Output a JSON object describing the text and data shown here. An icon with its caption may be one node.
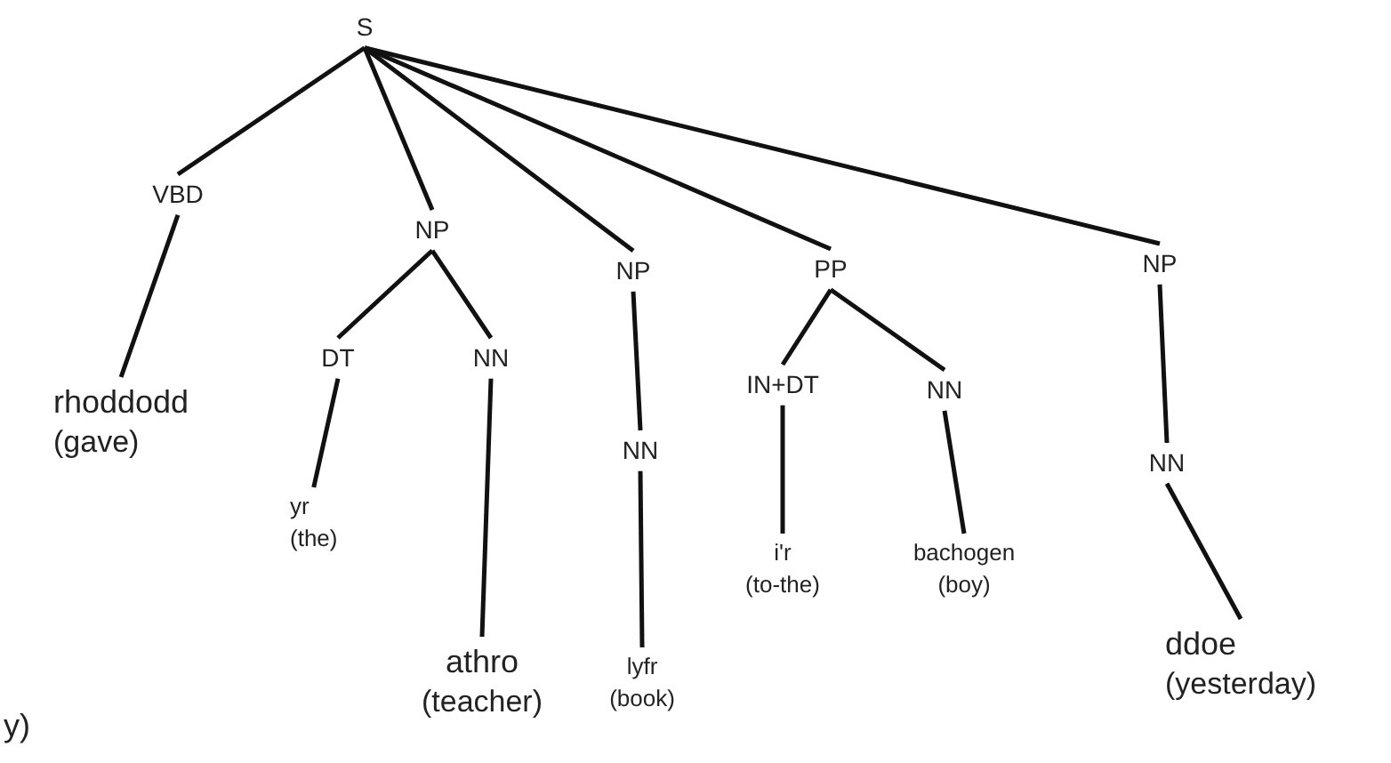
{
  "diagram": {
    "nodes": [
      {
        "text": [
          "S"
        ]
      },
      {
        "text": [
          "VBD"
        ]
      },
      {
        "text": [
          "NP"
        ]
      },
      {
        "text": [
          "NP"
        ]
      },
      {
        "text": [
          "PP"
        ]
      },
      {
        "text": [
          "NP"
        ]
      },
      {
        "text": [
          "rhoddodd",
          "(gave)"
        ]
      },
      {
        "text": [
          "DT"
        ]
      },
      {
        "text": [
          "NN"
        ]
      },
      {
        "text": [
          "yr",
          "(the)"
        ]
      },
      {
        "text": [
          "athro",
          "(teacher)"
        ]
      },
      {
        "text": [
          "NN"
        ]
      },
      {
        "text": [
          "lyfr",
          "(book)"
        ]
      },
      {
        "text": [
          "IN+DT"
        ]
      },
      {
        "text": [
          "NN"
        ]
      },
      {
        "text": [
          "i'r",
          "(to-the)"
        ]
      },
      {
        "text": [
          "bachogen",
          "(boy)"
        ]
      },
      {
        "text": [
          "NN"
        ]
      },
      {
        "text": [
          "ddoe",
          "(yesterday)"
        ]
      }
    ],
    "edges": [
      {
        "from": 0,
        "to": 1,
        "arrow": "none"
      },
      {
        "from": 0,
        "to": 2,
        "arrow": "none"
      },
      {
        "from": 0,
        "to": 3,
        "arrow": "none"
      },
      {
        "from": 0,
        "to": 4,
        "arrow": "none"
      },
      {
        "from": 0,
        "to": 5,
        "arrow": "none"
      },
      {
        "from": 1,
        "to": 6,
        "arrow": "none"
      },
      {
        "from": 2,
        "to": 7,
        "arrow": "none"
      },
      {
        "from": 2,
        "to": 8,
        "arrow": "none"
      },
      {
        "from": 7,
        "to": 9,
        "arrow": "none"
      },
      {
        "from": 8,
        "to": 10,
        "arrow": "none"
      },
      {
        "from": 3,
        "to": 11,
        "arrow": "none"
      },
      {
        "from": 11,
        "to": 12,
        "arrow": "none"
      },
      {
        "from": 4,
        "to": 13,
        "arrow": "none"
      },
      {
        "from": 4,
        "to": 14,
        "arrow": "none"
      },
      {
        "from": 13,
        "to": 15,
        "arrow": "none"
      },
      {
        "from": 14,
        "to": 16,
        "arrow": "none"
      },
      {
        "from": 5,
        "to": 17,
        "arrow": "none"
      },
      {
        "from": 17,
        "to": 18,
        "arrow": "none"
      }
    ],
    "labels": [
      "y)"
    ]
  }
}
